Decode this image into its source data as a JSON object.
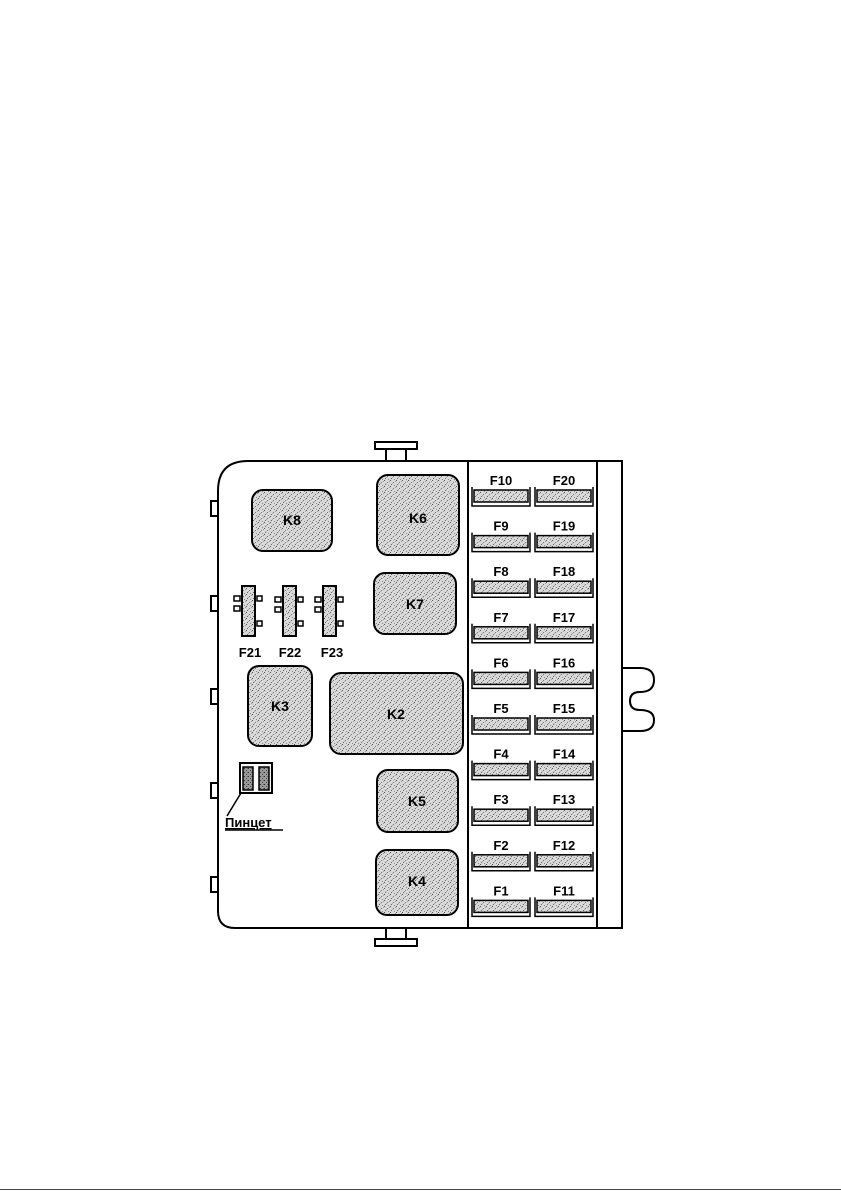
{
  "relays": [
    {
      "id": "K8",
      "label": "K8"
    },
    {
      "id": "K6",
      "label": "K6"
    },
    {
      "id": "K7",
      "label": "K7"
    },
    {
      "id": "K3",
      "label": "K3"
    },
    {
      "id": "K2",
      "label": "K2"
    },
    {
      "id": "K5",
      "label": "K5"
    },
    {
      "id": "K4",
      "label": "K4"
    }
  ],
  "fuse_rows": [
    {
      "left": "F10",
      "right": "F20"
    },
    {
      "left": "F9",
      "right": "F19"
    },
    {
      "left": "F8",
      "right": "F18"
    },
    {
      "left": "F7",
      "right": "F17"
    },
    {
      "left": "F6",
      "right": "F16"
    },
    {
      "left": "F5",
      "right": "F15"
    },
    {
      "left": "F4",
      "right": "F14"
    },
    {
      "left": "F3",
      "right": "F13"
    },
    {
      "left": "F2",
      "right": "F12"
    },
    {
      "left": "F1",
      "right": "F11"
    }
  ],
  "small_fuses": [
    {
      "label": "F21"
    },
    {
      "label": "F22"
    },
    {
      "label": "F23"
    }
  ],
  "tweezers": {
    "label": "Пинцет"
  }
}
